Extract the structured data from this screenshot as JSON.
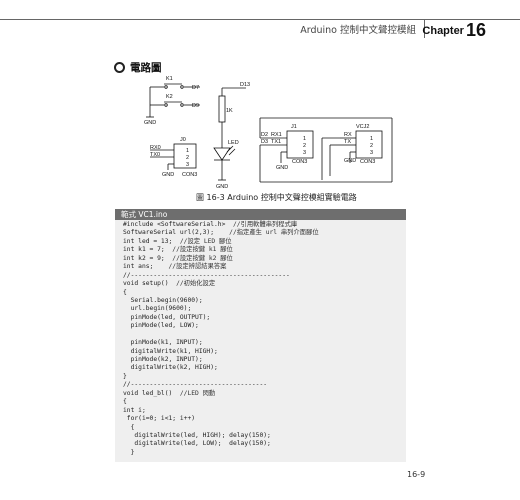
{
  "header": {
    "running_title": "Arduino 控制中文聲控模組",
    "chapter_word": "Chapter",
    "chapter_number": "16"
  },
  "section": {
    "title": "電路圖"
  },
  "schematic": {
    "labels": {
      "k1": "K1",
      "d7": "D7",
      "k2": "K2",
      "d9": "D9",
      "gnd": "GND",
      "d13": "D13",
      "r1k": "1K",
      "led": "LED",
      "j0": "J0",
      "rx0": "RX0",
      "tx0": "TX0",
      "con3": "CON3",
      "j1": "J1",
      "d2": "D2",
      "d3": "D3",
      "rx1": "RX1",
      "tx1": "TX1",
      "vcj2": "VCJ2",
      "rx": "RX",
      "tx": "TX",
      "p1": "1",
      "p2": "2",
      "p3": "3"
    }
  },
  "figure_caption": "圖 16-3 Arduino 控制中文聲控模組實驗電路",
  "code_title": "範式 VC1.ino",
  "code_lines": [
    {
      "code": "#include <SoftwareSerial.h>",
      "comment": "  //引用軟體串列程式庫"
    },
    {
      "code": "SoftwareSerial url(2,3);",
      "comment": "    //指定產生 url 串列介面腳位"
    },
    {
      "code": "int led = 13;",
      "comment": "  //設定 LED 腳位"
    },
    {
      "code": "int k1 = 7;",
      "comment": "  //設定按鍵 k1 腳位"
    },
    {
      "code": "int k2 = 9;",
      "comment": "  //設定按鍵 k2 腳位"
    },
    {
      "code": "int ans;",
      "comment": "    //設定辨認結果答案"
    },
    {
      "code": "//------------------------------------------",
      "comment": ""
    },
    {
      "code": "void setup()",
      "comment": "  //初始化設定"
    },
    {
      "code": "{",
      "comment": ""
    },
    {
      "code": "  Serial.begin(9600);",
      "comment": ""
    },
    {
      "code": "  url.begin(9600);",
      "comment": ""
    },
    {
      "code": "  pinMode(led, OUTPUT);",
      "comment": ""
    },
    {
      "code": "  pinMode(led, LOW);",
      "comment": ""
    },
    {
      "code": "",
      "comment": ""
    },
    {
      "code": "  pinMode(k1, INPUT);",
      "comment": ""
    },
    {
      "code": "  digitalWrite(k1, HIGH);",
      "comment": ""
    },
    {
      "code": "  pinMode(k2, INPUT);",
      "comment": ""
    },
    {
      "code": "  digitalWrite(k2, HIGH);",
      "comment": ""
    },
    {
      "code": "}",
      "comment": ""
    },
    {
      "code": "//------------------------------------",
      "comment": ""
    },
    {
      "code": "void led_bl()",
      "comment": "  //LED 閃動"
    },
    {
      "code": "{",
      "comment": ""
    },
    {
      "code": "int i;",
      "comment": ""
    },
    {
      "code": " for(i=0; i<1; i++)",
      "comment": ""
    },
    {
      "code": "  {",
      "comment": ""
    },
    {
      "code": "   digitalWrite(led, HIGH); delay(150);",
      "comment": ""
    },
    {
      "code": "   digitalWrite(led, LOW);  delay(150);",
      "comment": ""
    },
    {
      "code": "  }",
      "comment": ""
    }
  ],
  "page_number": "16-9"
}
